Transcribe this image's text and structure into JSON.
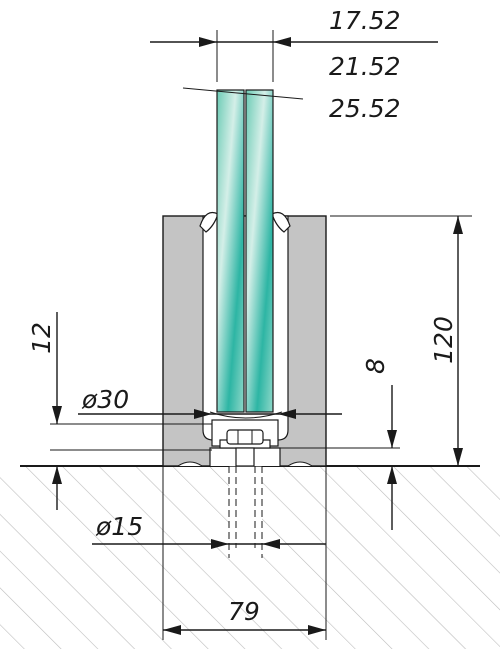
{
  "dimensions": {
    "glass_thickness": [
      "17.52",
      "21.52",
      "25.52"
    ],
    "base_width": "79",
    "base_height": "120",
    "bolt_diameter": "ø15",
    "washer_diameter": "ø30",
    "left_height": "12",
    "right_height": "8"
  },
  "colors": {
    "profile": "#c4c4c4",
    "glass_light": "#cdece3",
    "glass_dark": "#2fb9a8",
    "ground_hatch": "#bdbdbd",
    "line": "#1a1a1a"
  }
}
